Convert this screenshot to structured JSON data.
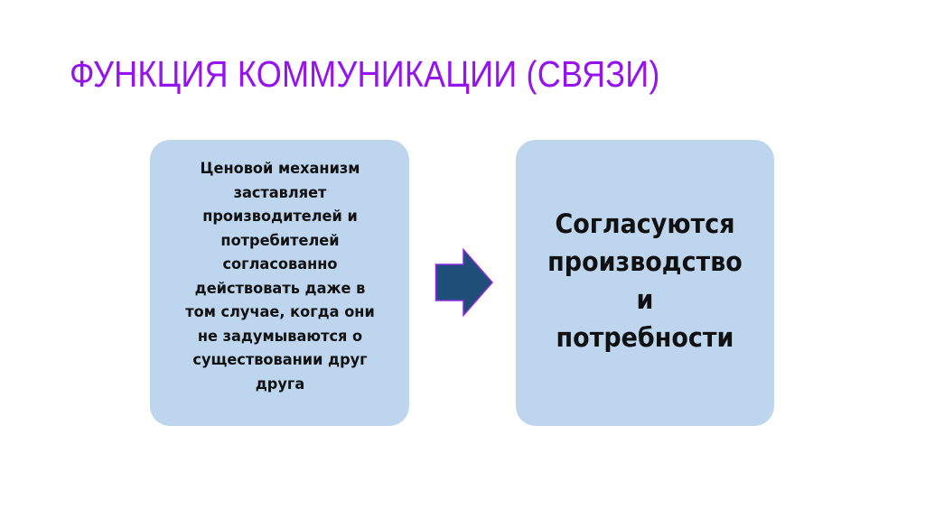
{
  "slide": {
    "title": "ФУНКЦИЯ КОММУНИКАЦИИ (СВЯЗИ)",
    "title_color": "#9513ec",
    "box_color": "#bdd6ee",
    "arrow_fill": "#1f4e79",
    "arrow_stroke": "#8b2be2"
  },
  "diagram": {
    "cause_box": {
      "text": "Ценовой механизм заставляет производителей и потребителей согласованно действовать даже в том случае, когда они не задумываются о существовании друг друга",
      "lines": [
        "Ценовой механизм",
        "заставляет",
        "производителей и",
        "потребителей",
        "согласованно",
        "действовать даже в",
        "том случае, когда они",
        "не задумываются о",
        "существовании друг",
        "друга"
      ]
    },
    "arrow": {
      "icon": "right-arrow-icon",
      "direction": "right"
    },
    "effect_box": {
      "text": "Согласуются производство и потребности",
      "lines": [
        "Согласуются",
        "производство",
        "и",
        "потребности"
      ]
    }
  }
}
